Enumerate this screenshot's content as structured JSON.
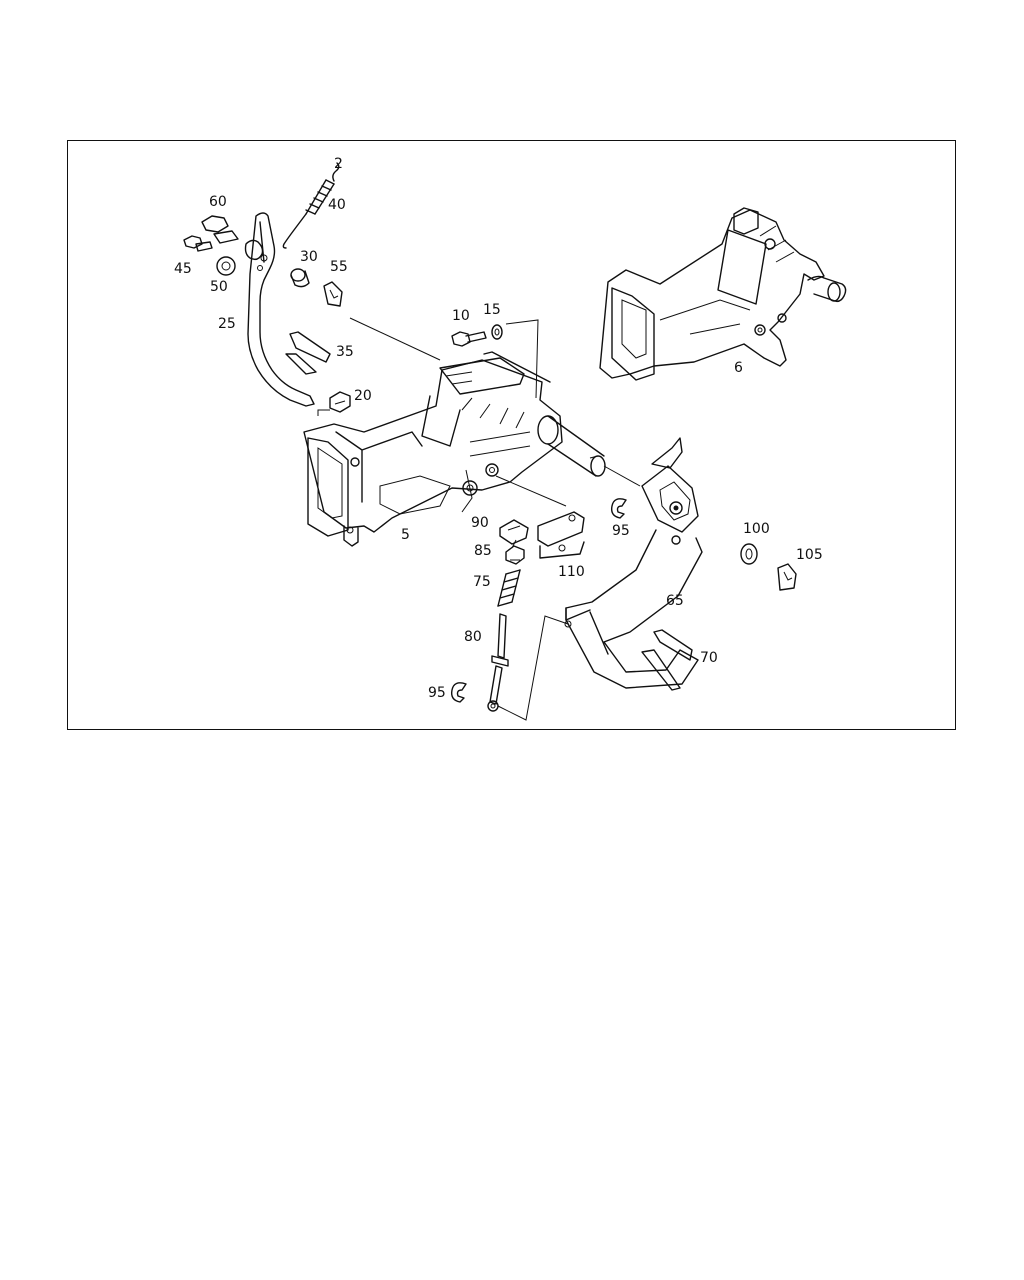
{
  "diagram": {
    "labels": [
      {
        "id": "2",
        "text": "2"
      },
      {
        "id": "40",
        "text": "40"
      },
      {
        "id": "60",
        "text": "60"
      },
      {
        "id": "45",
        "text": "45"
      },
      {
        "id": "50",
        "text": "50"
      },
      {
        "id": "30",
        "text": "30"
      },
      {
        "id": "55",
        "text": "55"
      },
      {
        "id": "25",
        "text": "25"
      },
      {
        "id": "35",
        "text": "35"
      },
      {
        "id": "10",
        "text": "10"
      },
      {
        "id": "15",
        "text": "15"
      },
      {
        "id": "20",
        "text": "20"
      },
      {
        "id": "6",
        "text": "6"
      },
      {
        "id": "5",
        "text": "5"
      },
      {
        "id": "90",
        "text": "90"
      },
      {
        "id": "85",
        "text": "85"
      },
      {
        "id": "75",
        "text": "75"
      },
      {
        "id": "110",
        "text": "110"
      },
      {
        "id": "95a",
        "text": "95"
      },
      {
        "id": "100",
        "text": "100"
      },
      {
        "id": "105",
        "text": "105"
      },
      {
        "id": "65",
        "text": "65"
      },
      {
        "id": "80",
        "text": "80"
      },
      {
        "id": "70",
        "text": "70"
      },
      {
        "id": "95b",
        "text": "95"
      }
    ]
  }
}
